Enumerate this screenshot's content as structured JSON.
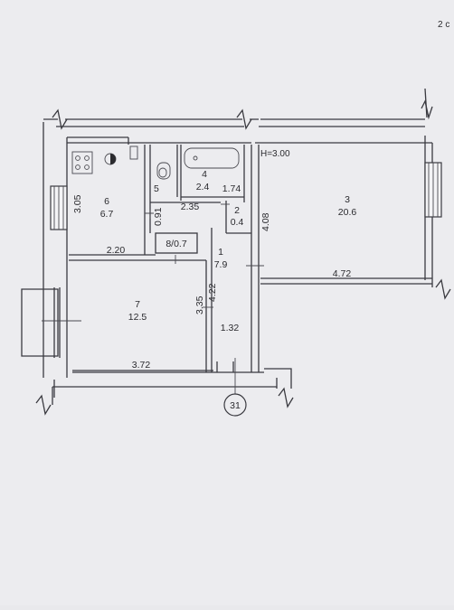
{
  "corner_text": "2 с",
  "height_note": "H=3.00",
  "axis_marker": "31",
  "rooms": [
    {
      "key": "r1",
      "number": "1",
      "area": "7.9"
    },
    {
      "key": "r2",
      "number": "2",
      "area": "0.4"
    },
    {
      "key": "r3",
      "number": "3",
      "area": "20.6"
    },
    {
      "key": "r4",
      "number": "4",
      "area": "2.4"
    },
    {
      "key": "r5",
      "number": "5",
      "area": ""
    },
    {
      "key": "r6",
      "number": "6",
      "area": "6.7"
    },
    {
      "key": "r7",
      "number": "7",
      "area": "12.5"
    },
    {
      "key": "r8",
      "combined": "8/0.7"
    }
  ],
  "dimensions": {
    "room6_width": "2.20",
    "room6_height": "3.05",
    "room7_width": "3.72",
    "room7_height": "3.35",
    "room3_width": "4.72",
    "room3_height": "4.08",
    "corridor_height": "4.22",
    "corridor_width": "1.32",
    "hall_2_35": "2.35",
    "closet_width": "1.74",
    "wc_depth": "0.91"
  }
}
